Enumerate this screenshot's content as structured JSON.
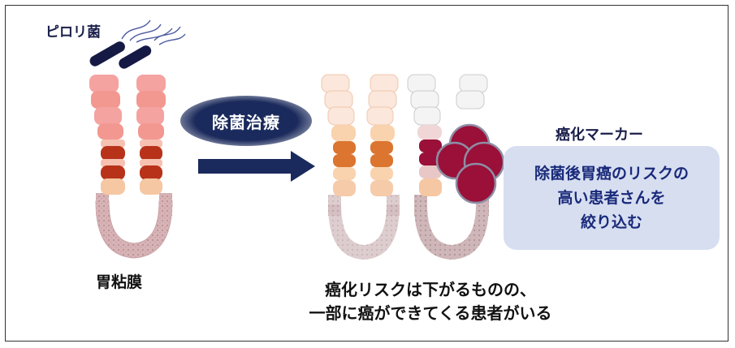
{
  "labels": {
    "bacteria": "ピロリ菌",
    "mucosa": "胃粘膜",
    "treatment": "除菌治療",
    "marker_title": "癌化マーカー",
    "marker_desc": [
      "除菌後胃癌のリスクの",
      "高い患者さんを",
      "絞り込む"
    ],
    "caption": [
      "癌化リスクは下がるものの、",
      "一部に癌ができてくる患者がいる"
    ]
  },
  "colors": {
    "treatment_pill": "#1b2a5c",
    "arrow": "#1b2a5c",
    "marker_box": "#d6def0",
    "marker_text": "#1a2a7a",
    "pink_cell": "#f4a3a0",
    "dark_cell": "#b8321a",
    "orange_cell": "#d96a1e",
    "peach_cell": "#f5c7a3",
    "cancer_cluster": "#9a1038"
  }
}
